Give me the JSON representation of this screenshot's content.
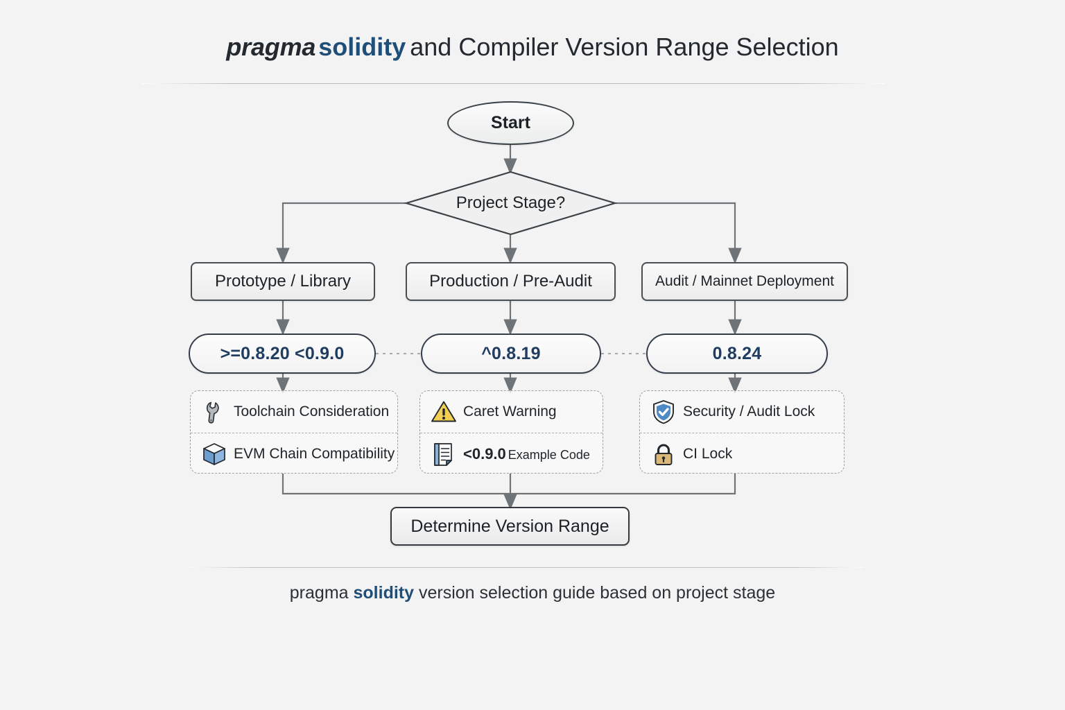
{
  "title": {
    "pragma": "pragma",
    "solidity": "solidity",
    "rest": "and Compiler Version Range Selection"
  },
  "caption": {
    "pragma": "pragma",
    "solidity": "solidity",
    "rest": "version selection guide based on project stage"
  },
  "colors": {
    "background": "#f4f3f3",
    "accent_blue": "#1f4e79",
    "pill_text": "#1f3c61",
    "node_stroke": "#3b4247",
    "card_dashed": "#9aa0a6",
    "connector": "#6e7378"
  },
  "flow": {
    "start": {
      "label": "Start",
      "shape": "ellipse"
    },
    "decision": {
      "label": "Project Stage?",
      "shape": "diamond"
    },
    "branches": [
      {
        "stage": "Prototype / Library",
        "version": ">=0.8.20 <0.9.0",
        "details": [
          {
            "icon": "wrench-icon",
            "label": "Toolchain Consideration"
          },
          {
            "icon": "package-box-icon",
            "label": "EVM Chain Compatibility"
          }
        ]
      },
      {
        "stage": "Production / Pre-Audit",
        "version": "^0.8.19",
        "details": [
          {
            "icon": "warning-triangle-icon",
            "label": "Caret Warning"
          },
          {
            "icon": "document-icon",
            "label_strong": "<0.9.0",
            "label_small": "Example Code"
          }
        ]
      },
      {
        "stage": "Audit / Mainnet Deployment",
        "version": "0.8.24",
        "details": [
          {
            "icon": "shield-check-icon",
            "label": "Security / Audit Lock"
          },
          {
            "icon": "padlock-icon",
            "label": "CI Lock"
          }
        ]
      }
    ],
    "final": {
      "label": "Determine Version Range",
      "shape": "rounded-rect"
    }
  }
}
